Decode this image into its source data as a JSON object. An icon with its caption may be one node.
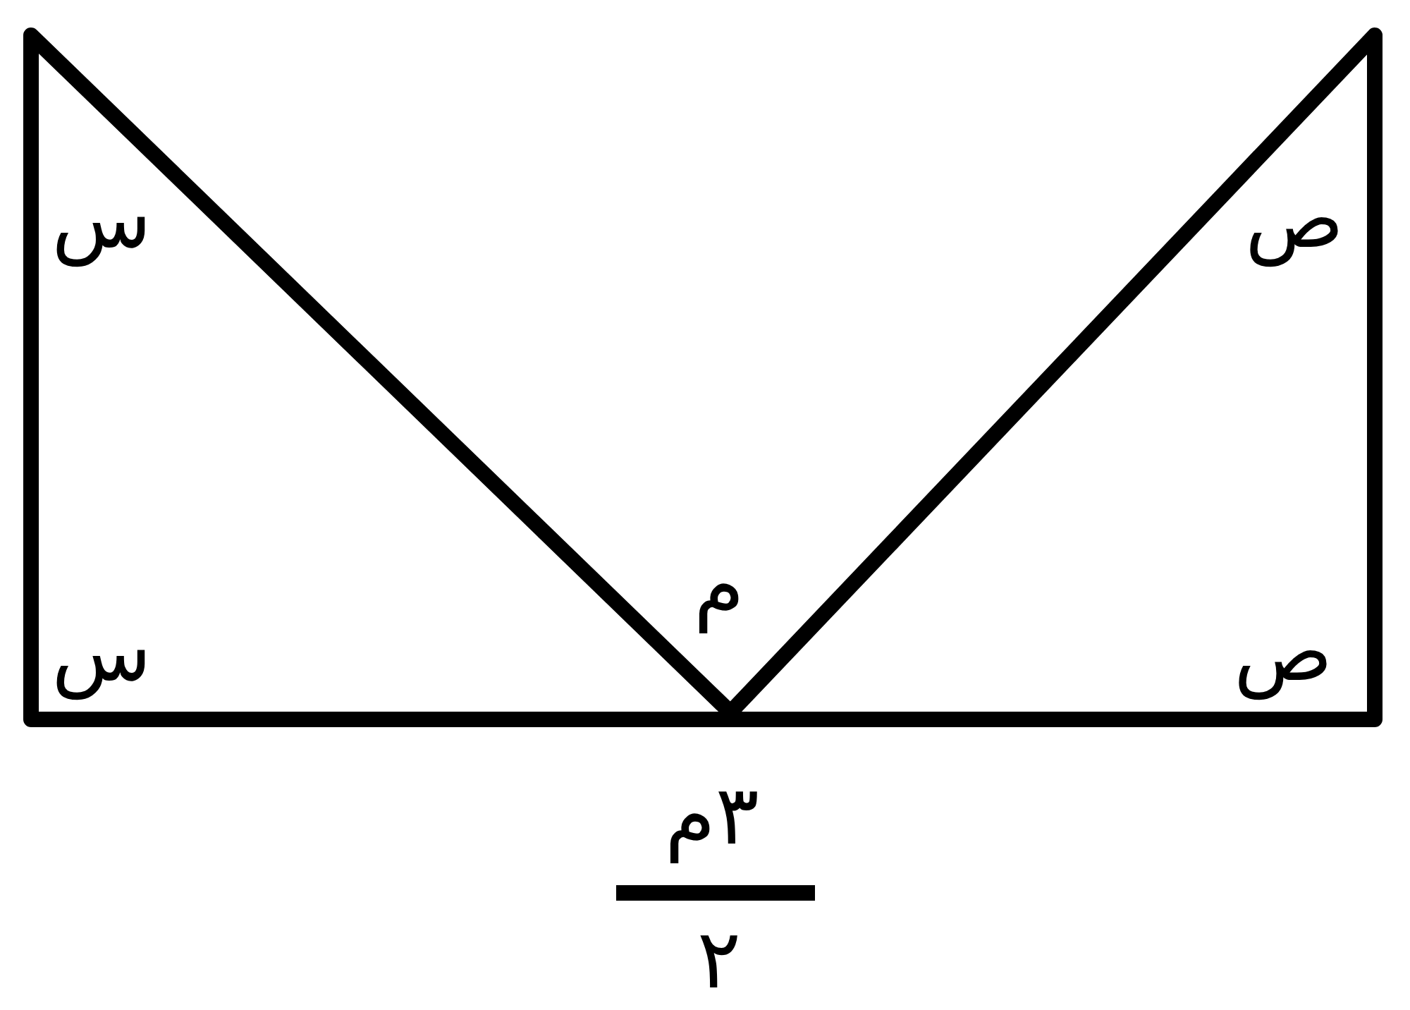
{
  "diagram": {
    "labels": [
      "س",
      "ص",
      "م",
      "س",
      "ص",
      "٣م",
      "٢"
    ]
  }
}
